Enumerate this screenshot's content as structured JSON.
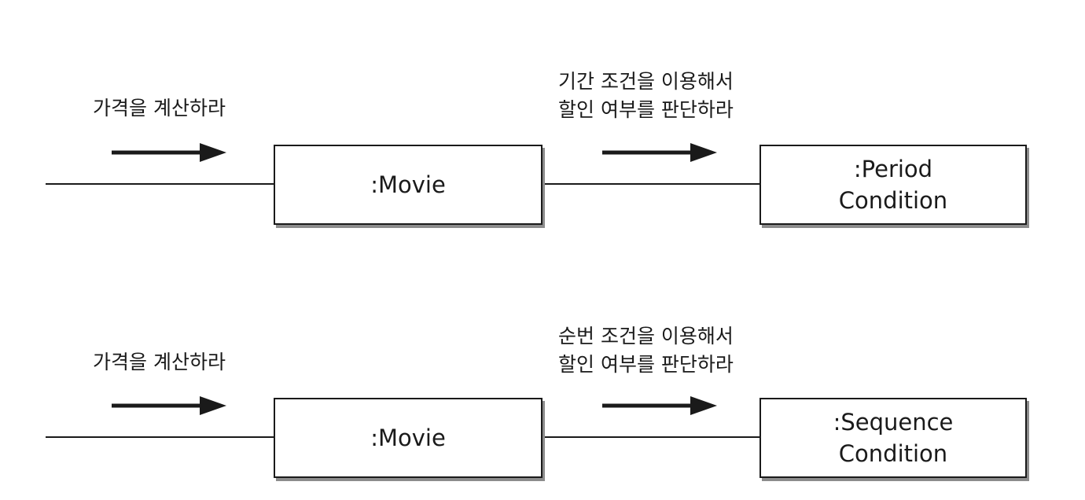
{
  "rows": [
    {
      "message_in": "가격을 계산하라",
      "sender": ":Movie",
      "message_out": [
        "기간 조건을 이용해서",
        "할인 여부를 판단하라"
      ],
      "receiver": [
        ":Period",
        "Condition"
      ]
    },
    {
      "message_in": "가격을 계산하라",
      "sender": ":Movie",
      "message_out": [
        "순번 조건을 이용해서",
        "할인 여부를 판단하라"
      ],
      "receiver": [
        ":Sequence",
        "Condition"
      ]
    }
  ],
  "colors": {
    "ink": "#1a1a1a",
    "shadow": "#8c8c8c"
  }
}
